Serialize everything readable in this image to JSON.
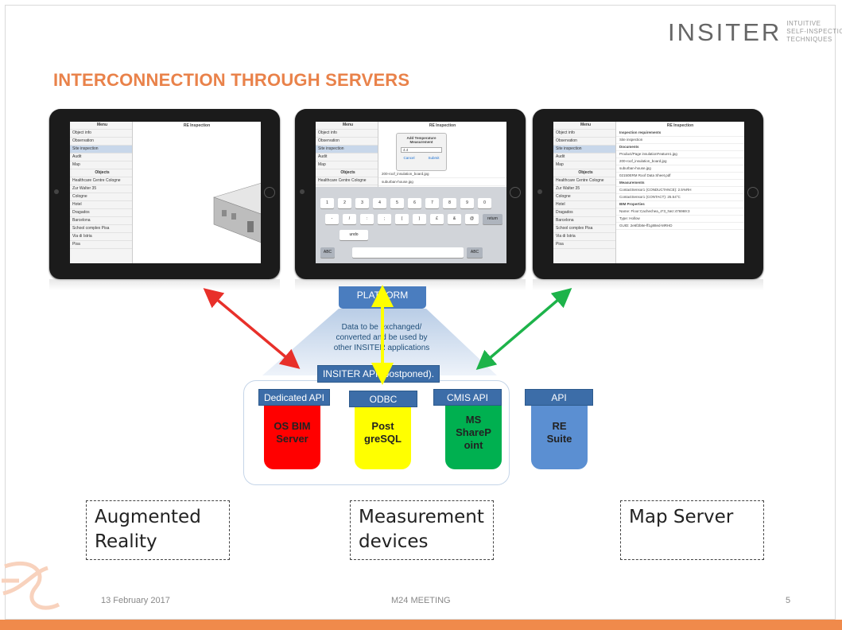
{
  "logo": {
    "main": "INSITER",
    "tagline": [
      "INTUITIVE",
      "SELF-INSPECTION",
      "TECHNIQUES"
    ]
  },
  "slide": {
    "title": "INTERCONNECTION THROUGH SERVERS"
  },
  "tablets": [
    {
      "menu_title": "Menu",
      "header": "RE Inspection",
      "menu_items": [
        "Object info",
        "Observation",
        "Site inspection",
        "Audit",
        "Map"
      ],
      "objects_label": "Objects",
      "objects": [
        "Healthcare Centre Cologne",
        "Zur Walter 35",
        "Cologne",
        "Hotel",
        "Dragados",
        "Barcelona",
        "School complex Pisa",
        "Via di Istria",
        "Pisa"
      ]
    },
    {
      "menu_title": "Menu",
      "header": "RE Inspection",
      "dialog_title": "Add Temperature Measurement",
      "dialog_value": "4.4",
      "dialog_cancel": "Cancel",
      "dialog_submit": "Submit",
      "rows": [
        "200-roof_insulation_board.jpg",
        "suburban-house.jpg"
      ],
      "keys_row1": [
        "1",
        "2",
        "3",
        "4",
        "5",
        "6",
        "7",
        "8",
        "9",
        "0"
      ],
      "keys_row2": [
        "-",
        "/",
        ":",
        ";",
        "(",
        ")",
        "£",
        "&",
        "@"
      ],
      "return_key": "return",
      "undo_key": "undo",
      "abc_key": "ABC"
    },
    {
      "menu_title": "Menu",
      "header": "RE Inspection",
      "rows": [
        "Inspection requirements",
        "Site inspection",
        "Documents",
        "Product/Page insulationFeature1.jpg",
        "200-roof_insulation_board.jpg",
        "suburban-house.jpg",
        "02150ERM Roof Data Sheet.pdf",
        "Measurements",
        "ContactSensor1 (CONDUCTANCE): 2.5%RH",
        "ContactSensor1 (CONTACT): 25.54°C",
        "BIM Properties",
        "Name: Floor:Cachechea_4*3_Nez:476969:3",
        "Type: Hollow",
        "GUID: 2e6f2b8e-ff1g88ed-MRHD"
      ]
    }
  ],
  "diagram": {
    "platform": "PLATFORM",
    "triangle_text": "Data to be exchanged/ converted and be used by other INSITER applications",
    "insiter_api": "INSITER API (postponed).",
    "dedicated_api": "Dedicated API",
    "odbc": "ODBC",
    "cmis_api": "CMIS API",
    "api": "API",
    "servers": [
      {
        "lines": [
          "OS BIM",
          "Server"
        ],
        "color": "#ff0000"
      },
      {
        "lines": [
          "Post",
          "greSQL"
        ],
        "color": "#ffff00"
      },
      {
        "lines": [
          "MS",
          "ShareP",
          "oint"
        ],
        "color": "#00b050"
      },
      {
        "lines": [
          "RE",
          "Suite"
        ],
        "color": "#5b8fd2"
      }
    ]
  },
  "captions": [
    {
      "lines": [
        "Augmented",
        "Reality"
      ]
    },
    {
      "lines": [
        "Measurement",
        "devices"
      ]
    },
    {
      "lines": [
        "Map Server"
      ]
    }
  ],
  "footer": {
    "date": "13 February 2017",
    "meeting": "M24 MEETING",
    "page": "5"
  },
  "colors": {
    "accent": "#e9824a",
    "api_blue": "#3c6da8",
    "arrow_red": "#e8302a",
    "arrow_yellow": "#ffff00",
    "arrow_green": "#1db34a"
  }
}
